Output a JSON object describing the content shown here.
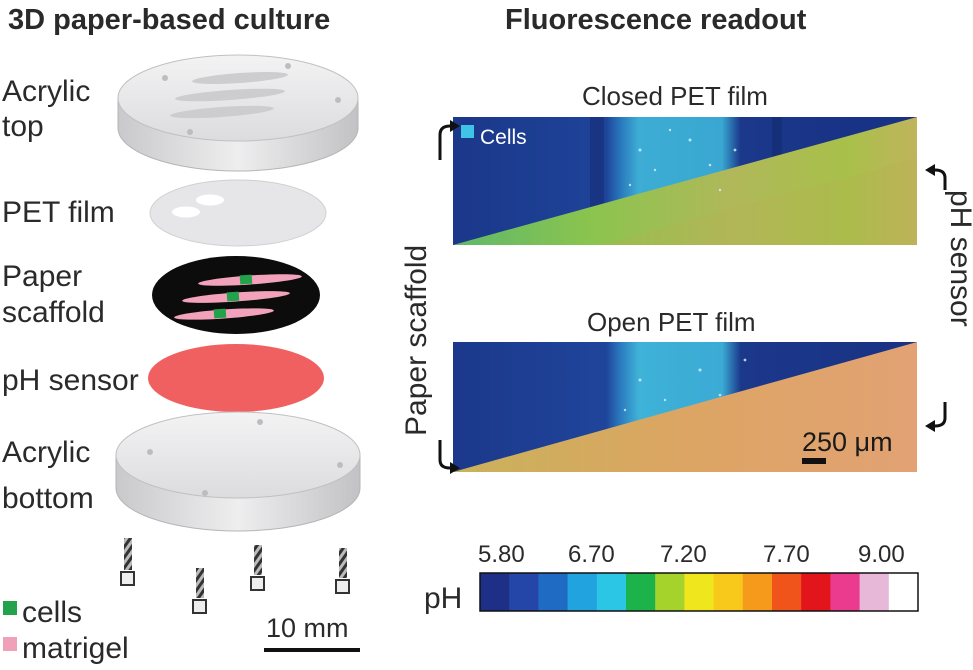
{
  "left": {
    "title": "3D paper-based culture",
    "labels": {
      "acrylic_top_1": "Acrylic",
      "acrylic_top_2": "top",
      "pet_film": "PET film",
      "paper_1": "Paper",
      "paper_2": "scaffold",
      "ph_sensor": "pH sensor",
      "acrylic_bottom_1": "Acrylic",
      "acrylic_bottom_2": "bottom"
    },
    "legend": [
      {
        "label": "cells",
        "color": "#22a24a"
      },
      {
        "label": "matrigel",
        "color": "#f0a0b8"
      }
    ],
    "scalebar": "10 mm"
  },
  "right": {
    "title": "Fluorescence readout",
    "panel1_title": "Closed PET film",
    "panel2_title": "Open PET film",
    "cells_label": "Cells",
    "side_left": "Paper scaffold",
    "side_right": "pH sensor",
    "scalebar": "250 μm",
    "colorbar": {
      "label": "pH",
      "ticks": [
        "5.80",
        "6.70",
        "7.20",
        "7.70",
        "9.00"
      ],
      "colors": [
        "#1d2f86",
        "#2446a8",
        "#1f6bc4",
        "#21a3df",
        "#2bc6e6",
        "#1db34b",
        "#a6d22c",
        "#f0e61e",
        "#f8c91a",
        "#f59a1a",
        "#f0541a",
        "#e2141c",
        "#ea3b8e",
        "#e8b8d8",
        "#ffffff"
      ]
    },
    "colors": {
      "dark_blue": "#1a3b8f",
      "cyan": "#3fc4e8",
      "green_yellow": "#9cc34a",
      "orange": "#d9a75a"
    }
  }
}
